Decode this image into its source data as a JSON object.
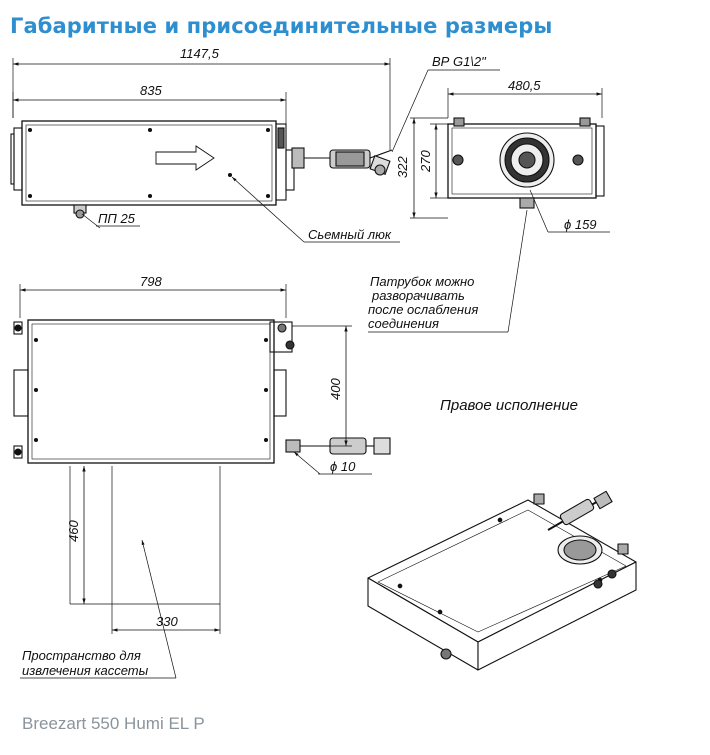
{
  "header": {
    "title": "Габаритные и присоединительные размеры"
  },
  "dimensions": {
    "overall_length": "1147,5",
    "body_length": "835",
    "thread": "ВР G1\\2\"",
    "side_width": "480,5",
    "height_322": "322",
    "height_270": "270",
    "duct_diameter": "ϕ 159",
    "drain": "ПП 25",
    "top_length": "798",
    "connection_distance": "400",
    "pipe_diameter": "ϕ 10",
    "clearance_depth": "460",
    "clearance_width": "330"
  },
  "notes": {
    "hatch": "Сьемный люк",
    "rotate": [
      "Патрубок можно",
      "разворачивать",
      "после ослабления",
      "соединения"
    ],
    "version": "Правое исполнение",
    "cassette": [
      "Пространство для",
      "извлечения кассеты"
    ]
  },
  "footer": {
    "model": "Breezart 550 Humi EL P"
  }
}
